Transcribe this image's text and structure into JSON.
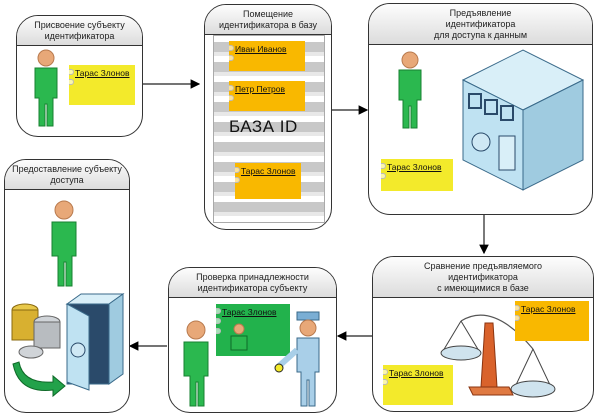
{
  "diagram": {
    "type": "process-flow",
    "steps": [
      {
        "id": 1,
        "title": "Присвоение субъекту\nидентификатора",
        "notes": [
          "Тарас Злонов"
        ]
      },
      {
        "id": 2,
        "title": "Помещение\nидентификатора в базу",
        "database_label": "БАЗА ID",
        "notes": [
          "Иван Иванов",
          "Петр Петров",
          "Тарас Злонов"
        ]
      },
      {
        "id": 3,
        "title": "Предъявление\nидентификатора\nдля доступа к данным",
        "notes": [
          "Тарас Злонов"
        ]
      },
      {
        "id": 4,
        "title": "Сравнение предъявляемого\nидентификатора\nс имеющимися в базе",
        "notes": [
          "Тарас Злонов",
          "Тарас Злонов"
        ]
      },
      {
        "id": 5,
        "title": "Проверка принадлежности\nидентификатора субъекту",
        "notes": [
          "Тарас Злонов"
        ]
      },
      {
        "id": 6,
        "title": "Предоставление субъекту\nдоступа",
        "notes": []
      }
    ],
    "flow": [
      "1→2",
      "2→3",
      "3→4",
      "4→5",
      "5→6"
    ],
    "colors": {
      "person": "#2bb84f",
      "guard": "#a9cfe8",
      "note_yellow": "#f3ea2b",
      "note_orange": "#f9b800",
      "note_green": "#22b24c",
      "server": "#bfe2f2",
      "scale_stand": "#d9622b"
    }
  }
}
